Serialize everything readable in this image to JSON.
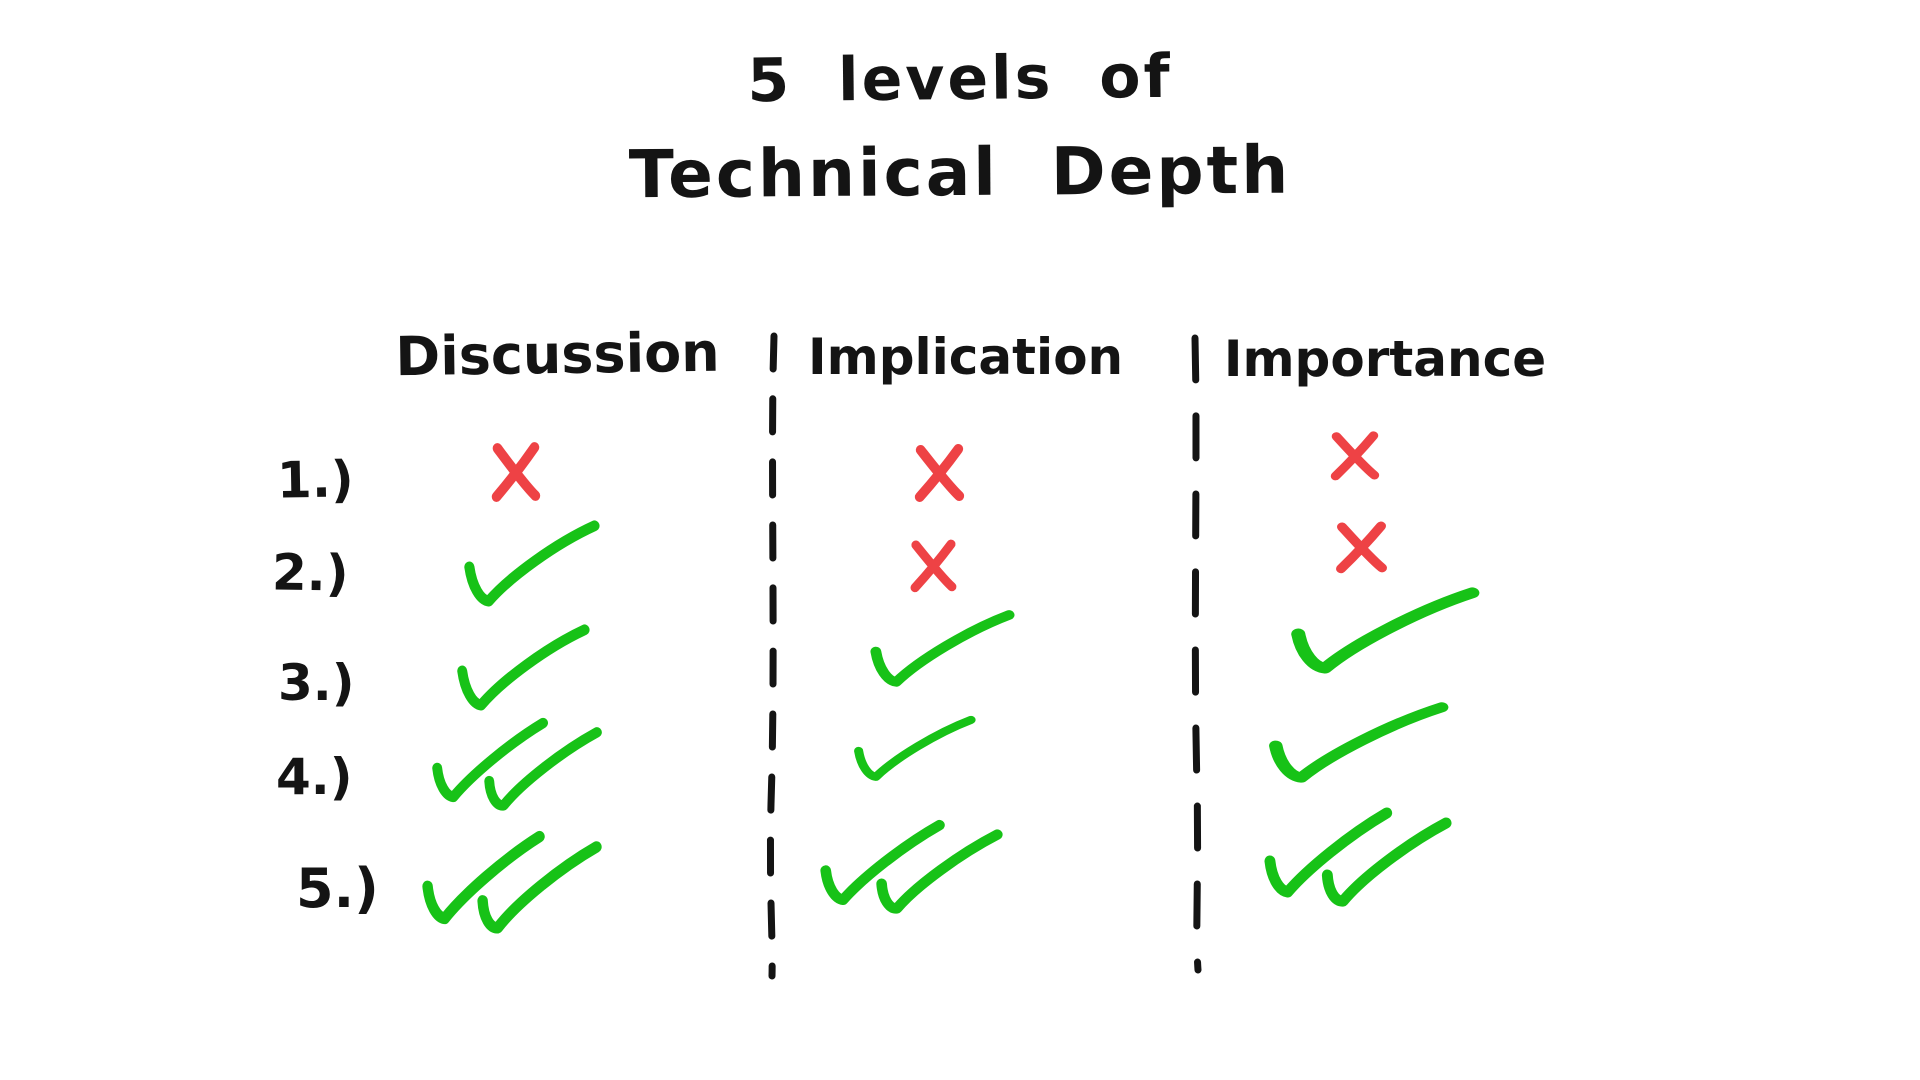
{
  "title": {
    "line1": "5 levels of",
    "line2": "Technical Depth"
  },
  "columns": [
    {
      "label": "Discussion"
    },
    {
      "label": "Implication"
    },
    {
      "label": "Importance"
    }
  ],
  "rows": [
    {
      "label": "1.)"
    },
    {
      "label": "2.)"
    },
    {
      "label": "3.)"
    },
    {
      "label": "4.)"
    },
    {
      "label": "5.)"
    }
  ],
  "marks": {
    "discussion": [
      "x",
      "check",
      "check",
      "check-check",
      "check-check"
    ],
    "implication": [
      "x",
      "x",
      "check",
      "check",
      "check-check"
    ],
    "importance": [
      "x",
      "x",
      "check",
      "check",
      "check-check"
    ]
  },
  "legend_meaning": {
    "x": "cross-mark",
    "check": "single-checkmark",
    "check-check": "double-checkmark"
  },
  "colors": {
    "cross": "#ee4245",
    "check": "#17c217",
    "ink": "#141414",
    "background": "#ffffff"
  }
}
